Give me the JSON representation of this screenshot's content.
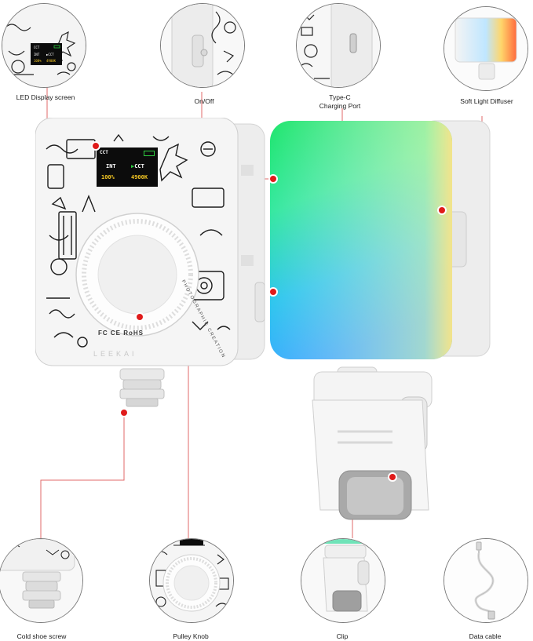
{
  "callouts": [
    {
      "id": "led-display",
      "label": "LED Display screen"
    },
    {
      "id": "on-off",
      "label": "On/Off"
    },
    {
      "id": "type-c",
      "label_line1": "Type-C",
      "label_line2": "Charging Port"
    },
    {
      "id": "diffuser",
      "label": "Soft Light Diffuser"
    },
    {
      "id": "cold-shoe",
      "label": "Cold shoe screw"
    },
    {
      "id": "pulley-knob",
      "label": "Pulley Knob"
    },
    {
      "id": "clip",
      "label": "Clip"
    },
    {
      "id": "data-cable",
      "label": "Data cable"
    }
  ],
  "display": {
    "mode": "CCT",
    "int_label": "INT",
    "int_value": "100%",
    "cct_label": "CCT",
    "cct_value": "4900K"
  },
  "device": {
    "certifications": "FC CE RoHS",
    "brand": "LEEKAI",
    "side_text": "PHOTOGRAPHIC CREATION"
  },
  "colors": {
    "callout_dot": "#e01b1b",
    "lcd_value": "#f3c623",
    "battery": "#2ecc40"
  }
}
